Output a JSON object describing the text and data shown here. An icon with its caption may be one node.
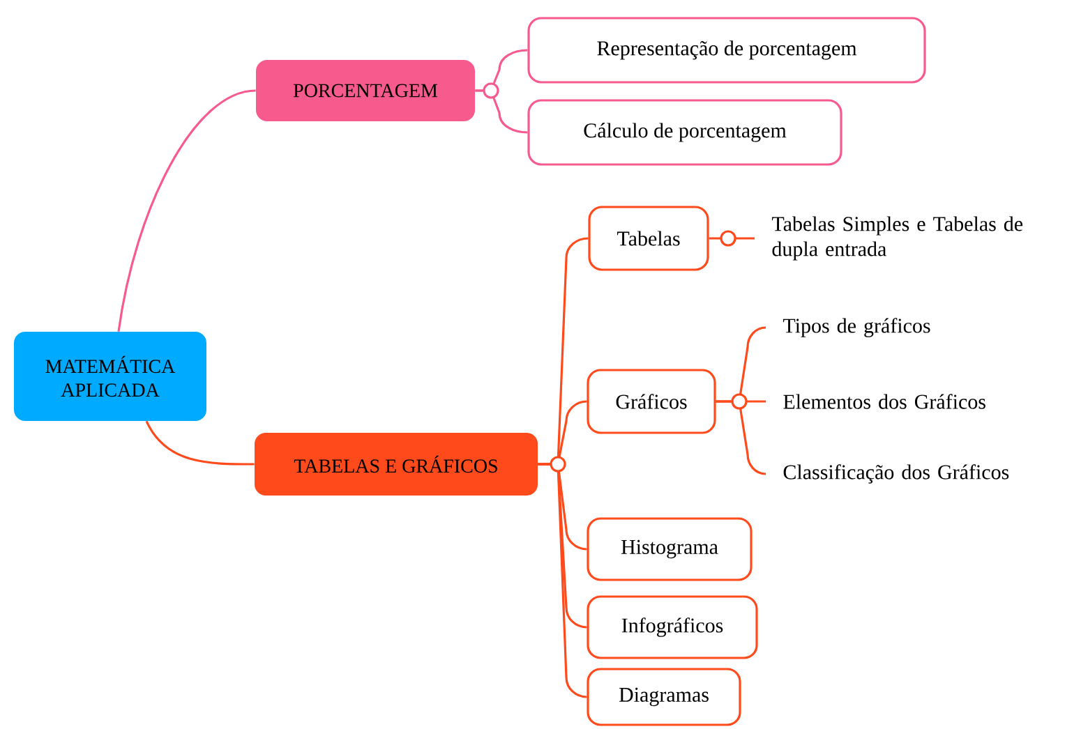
{
  "diagram": {
    "nodes": [
      {
        "text": [
          "MATEMÁTICA APLICADA"
        ]
      },
      {
        "text": [
          "PORCENTAGEM"
        ]
      },
      {
        "text": [
          "Representação de porcentagem"
        ]
      },
      {
        "text": [
          "Cálculo de porcentagem"
        ]
      },
      {
        "text": [
          "TABELAS E GRÁFICOS"
        ]
      },
      {
        "text": [
          "Tabelas"
        ]
      },
      {
        "text": [
          "Tabelas Simples e Tabelas de dupla entrada"
        ]
      },
      {
        "text": [
          "Gráficos"
        ]
      },
      {
        "text": [
          "Tipos de gráficos"
        ]
      },
      {
        "text": [
          "Elementos dos Gráficos"
        ]
      },
      {
        "text": [
          "Classificação dos Gráficos"
        ]
      },
      {
        "text": [
          "Histograma"
        ]
      },
      {
        "text": [
          "Infográficos"
        ]
      },
      {
        "text": [
          "Diagramas"
        ]
      }
    ],
    "edges": [
      {
        "from": 0,
        "to": 1,
        "arrow": "none",
        "color": "#f75a8c"
      },
      {
        "from": 0,
        "to": 4,
        "arrow": "none"
      },
      {
        "from": 1,
        "to": 2,
        "arrow": "none",
        "color": "#f75a8c"
      },
      {
        "from": 1,
        "to": 3,
        "arrow": "none",
        "color": "#f75a8c"
      },
      {
        "from": 4,
        "to": 5,
        "arrow": "none"
      },
      {
        "from": 4,
        "to": 7,
        "arrow": "none"
      },
      {
        "from": 4,
        "to": 11,
        "arrow": "none"
      },
      {
        "from": 4,
        "to": 12,
        "arrow": "none"
      },
      {
        "from": 4,
        "to": 13,
        "arrow": "none"
      },
      {
        "from": 5,
        "to": 6,
        "arrow": "none"
      },
      {
        "from": 7,
        "to": 8,
        "arrow": "none"
      },
      {
        "from": 7,
        "to": 9,
        "arrow": "none"
      },
      {
        "from": 7,
        "to": 10,
        "arrow": "none"
      }
    ]
  }
}
